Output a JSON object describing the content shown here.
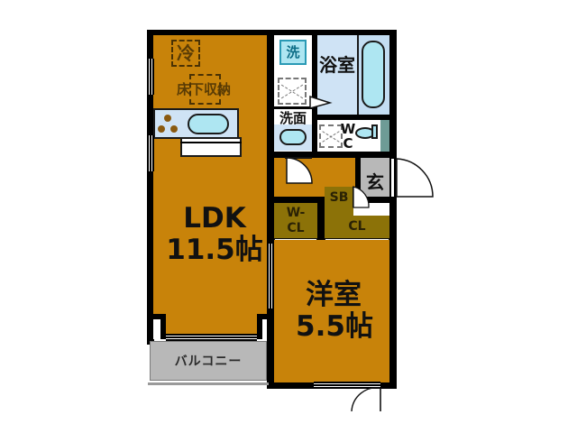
{
  "plan": {
    "type": "japanese-floor-plan",
    "unit_label": "帖",
    "colors": {
      "floor": "#C8830A",
      "closet": "#8C7208",
      "wet_area": "#CFE3F5",
      "entrance": "#B8B8B8",
      "balcony": "#B8B8B8",
      "wall": "#000000",
      "fixture_blue": "#AEE6F2",
      "accent_teal": "#6E9B96"
    },
    "rooms": [
      {
        "id": "ldk",
        "name": "LDK",
        "area": "11.5帖",
        "kind": "living-dining-kitchen"
      },
      {
        "id": "washitsu",
        "name": "洋室",
        "area": "5.5帖",
        "kind": "western-bedroom"
      },
      {
        "id": "bath",
        "name": "浴室",
        "area": "",
        "kind": "bathroom"
      },
      {
        "id": "washroom",
        "name": "洗面",
        "area": "",
        "kind": "washbasin"
      },
      {
        "id": "toilet",
        "name": "W\nC",
        "area": "",
        "kind": "water-closet"
      },
      {
        "id": "genkan",
        "name": "玄",
        "area": "",
        "kind": "entrance"
      },
      {
        "id": "balcony",
        "name": "バルコニー",
        "area": "",
        "kind": "balcony"
      }
    ],
    "labels": {
      "ldk_name": "LDK",
      "ldk_area": "11.5帖",
      "bedroom_name": "洋室",
      "bedroom_area": "5.5帖",
      "bath": "浴室",
      "washer": "洗",
      "washbasin": "洗面",
      "toilet_w": "W",
      "toilet_c": "C",
      "entrance": "玄",
      "balcony": "バルコニー",
      "fridge": "冷",
      "underfloor_storage": "床下収納",
      "walkin_closet_l1": "W-",
      "walkin_closet_l2": "CL",
      "closet": "CL",
      "shoe_box": "SB"
    },
    "fixtures": [
      {
        "name": "refrigerator-space",
        "label": "冷",
        "style": "dashed-box"
      },
      {
        "name": "underfloor-storage",
        "label": "床下収納",
        "style": "dashed-box"
      },
      {
        "name": "kitchen-counter",
        "label": "",
        "style": "sink-and-3-burner-stove"
      },
      {
        "name": "bathtub",
        "label": "",
        "style": "rounded-rect"
      },
      {
        "name": "washbasin-bowl",
        "label": "",
        "style": "rounded-rect"
      },
      {
        "name": "toilet-bowl",
        "label": "",
        "style": "oval-with-tank"
      },
      {
        "name": "washing-machine-pan",
        "label": "洗",
        "style": "square"
      }
    ],
    "storages": [
      {
        "id": "wcl",
        "label": "W-CL",
        "kind": "walk-in-closet"
      },
      {
        "id": "cl",
        "label": "CL",
        "kind": "closet"
      },
      {
        "id": "sb",
        "label": "SB",
        "kind": "shoe-box"
      }
    ],
    "openings": [
      {
        "name": "entrance-door",
        "kind": "swing-door"
      },
      {
        "name": "ldk-hall-door",
        "kind": "swing-door"
      },
      {
        "name": "bath-door",
        "kind": "folding-door"
      },
      {
        "name": "toilet-door",
        "kind": "swing-door"
      },
      {
        "name": "bedroom-balcony-door",
        "kind": "sliding-window"
      },
      {
        "name": "ldk-balcony-window",
        "kind": "sliding-window"
      },
      {
        "name": "ldk-west-window-upper",
        "kind": "sliding-window"
      },
      {
        "name": "ldk-west-window-lower",
        "kind": "sliding-window"
      },
      {
        "name": "bedroom-south-window",
        "kind": "sliding-window"
      }
    ]
  }
}
